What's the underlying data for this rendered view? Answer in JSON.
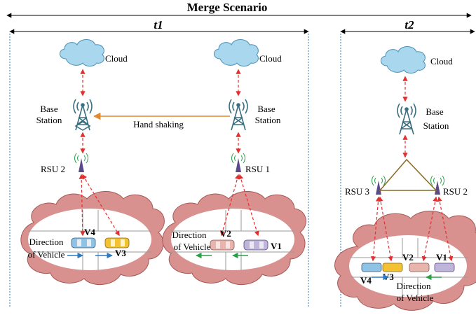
{
  "title": "Merge Scenario",
  "panels": {
    "t1": {
      "label": "t1"
    },
    "t2": {
      "label": "t2"
    }
  },
  "nodes": {
    "cloud_label": "Cloud",
    "base_label_line1": "Base",
    "base_label_line2": "Station",
    "hand_shaking": "Hand shaking",
    "rsu1": "RSU 1",
    "rsu2": "RSU 2",
    "rsu3": "RSU 3"
  },
  "vehicles": {
    "v1": "V1",
    "v2": "V2",
    "v3": "V3",
    "v4": "V4"
  },
  "direction_line1": "Direction",
  "direction_line2": "of Vehicle",
  "colors": {
    "cloud": "#a9d8ee",
    "cloud_stroke": "#4a90b8",
    "region": "#d9918f",
    "region_stroke": "#a65754",
    "link": "#e03030",
    "handshake": "#e0892e",
    "tower": "#3a6f80",
    "rsu": "#5a4a8a",
    "triangle": "#8a6a22",
    "arrow_blue": "#2a7ac0",
    "arrow_green": "#2aa04a",
    "car_blue": "#8ec3e6",
    "car_yellow": "#f2c232",
    "car_pink": "#e8b4ae",
    "car_purple": "#bfb5d8"
  }
}
